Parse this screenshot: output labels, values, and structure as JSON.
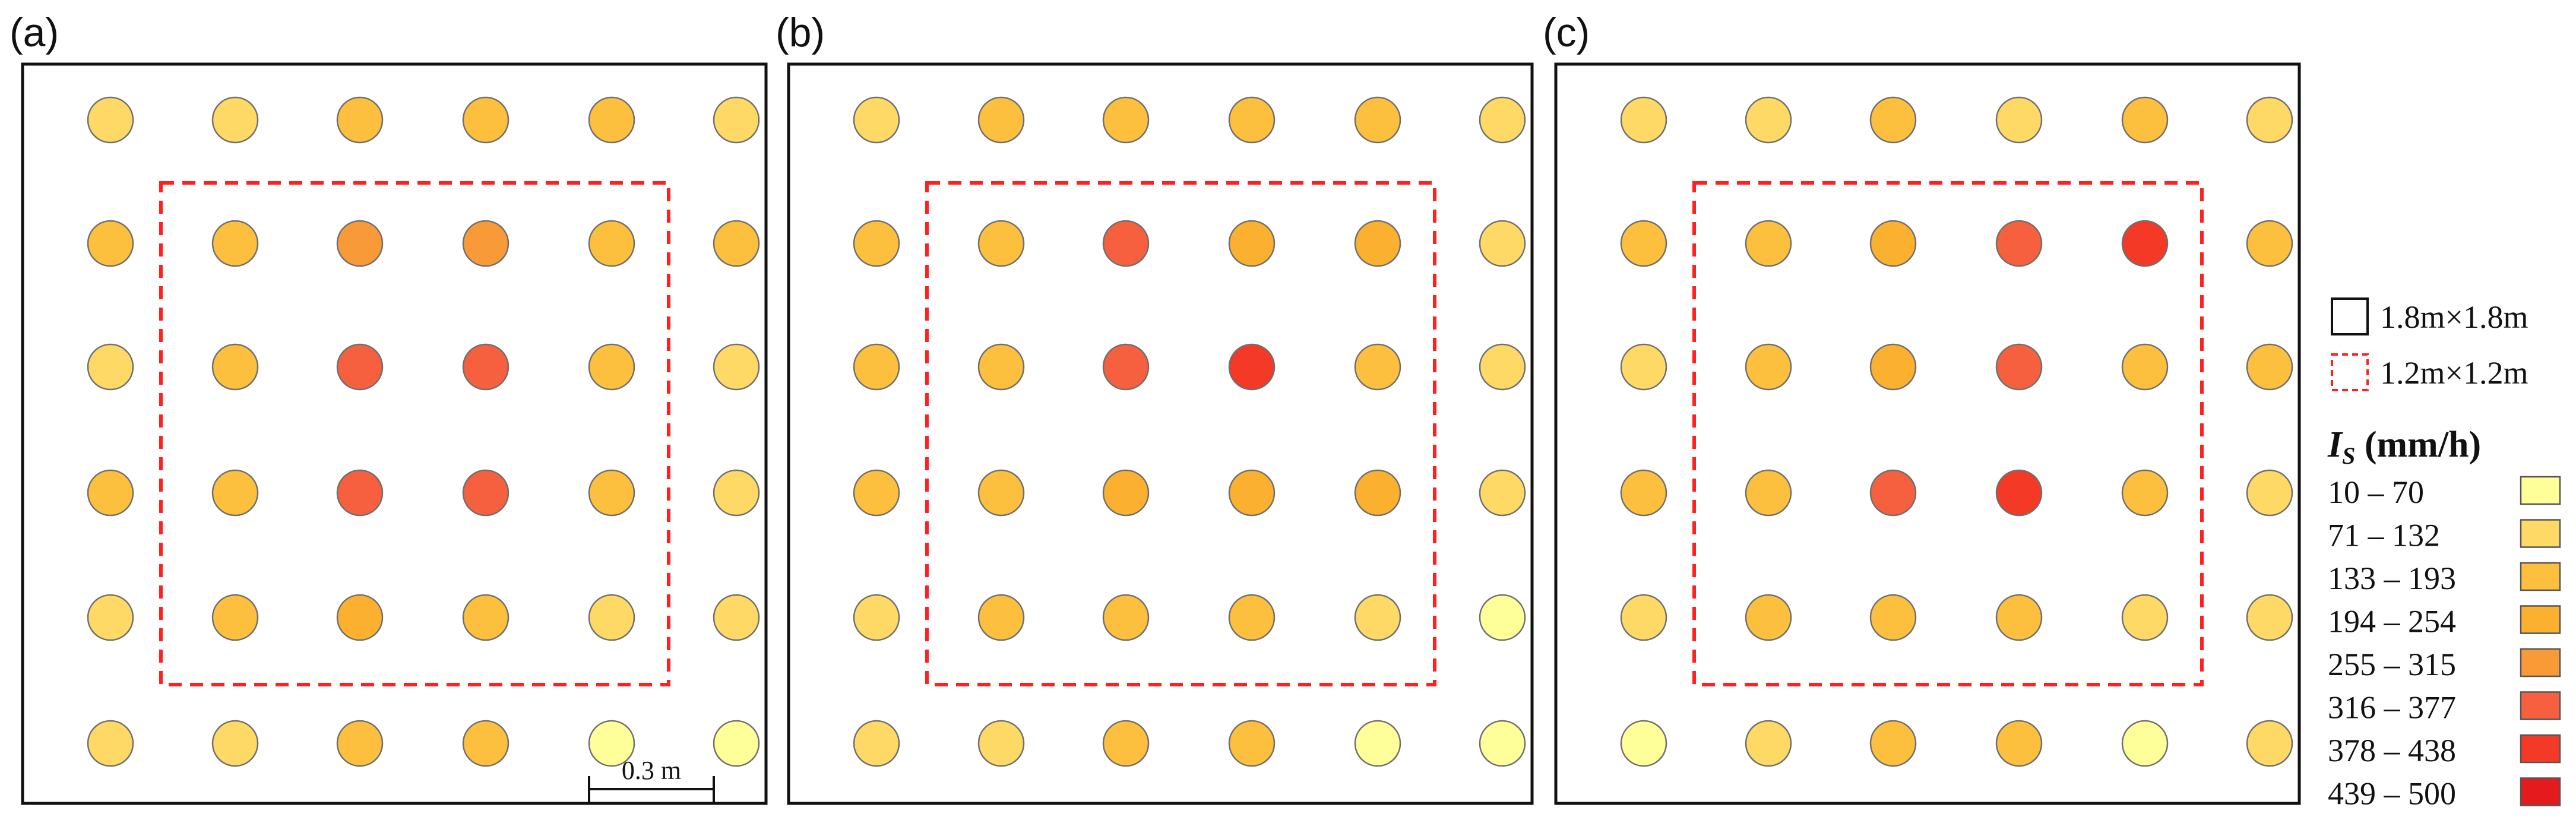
{
  "panels": [
    {
      "label": "(a)",
      "grid": [
        [
          2,
          2,
          3,
          3,
          3,
          2
        ],
        [
          3,
          3,
          5,
          5,
          3,
          3
        ],
        [
          2,
          3,
          6,
          6,
          3,
          2
        ],
        [
          3,
          3,
          6,
          6,
          3,
          2
        ],
        [
          2,
          3,
          4,
          3,
          2,
          2
        ],
        [
          2,
          2,
          3,
          3,
          1,
          1
        ]
      ]
    },
    {
      "label": "(b)",
      "grid": [
        [
          2,
          3,
          3,
          3,
          3,
          2
        ],
        [
          3,
          3,
          6,
          4,
          4,
          2
        ],
        [
          3,
          3,
          6,
          7,
          3,
          2
        ],
        [
          3,
          3,
          4,
          4,
          4,
          2
        ],
        [
          2,
          3,
          3,
          3,
          2,
          1
        ],
        [
          2,
          2,
          3,
          3,
          1,
          1
        ]
      ]
    },
    {
      "label": "(c)",
      "grid": [
        [
          2,
          2,
          3,
          2,
          3,
          2
        ],
        [
          3,
          3,
          4,
          6,
          7,
          3
        ],
        [
          2,
          3,
          4,
          6,
          3,
          3
        ],
        [
          3,
          3,
          6,
          7,
          3,
          2
        ],
        [
          2,
          3,
          3,
          3,
          2,
          2
        ],
        [
          1,
          2,
          3,
          3,
          1,
          2
        ]
      ]
    }
  ],
  "scale_bar": {
    "label": "0.3 m"
  },
  "legend": {
    "outer_box_label": "1.8m×1.8m",
    "inner_box_label": "1.2m×1.2m",
    "title_main": "I",
    "title_sub": "S",
    "title_unit": " (mm/h)",
    "classes": [
      {
        "range": "10 – 70",
        "color": "#ffff99"
      },
      {
        "range": "71 – 132",
        "color": "#ffd966"
      },
      {
        "range": "133 – 193",
        "color": "#fdbf3e"
      },
      {
        "range": "194 – 254",
        "color": "#fbb030"
      },
      {
        "range": "255 – 315",
        "color": "#f99a38"
      },
      {
        "range": "316 – 377",
        "color": "#f7603e"
      },
      {
        "range": "378 – 438",
        "color": "#f43a26"
      },
      {
        "range": "439 – 500",
        "color": "#e41a1c"
      }
    ]
  },
  "colors": {
    "frame": "#111111",
    "inner_box": "#ff2020",
    "circle_stroke": "#6f6f6f"
  }
}
